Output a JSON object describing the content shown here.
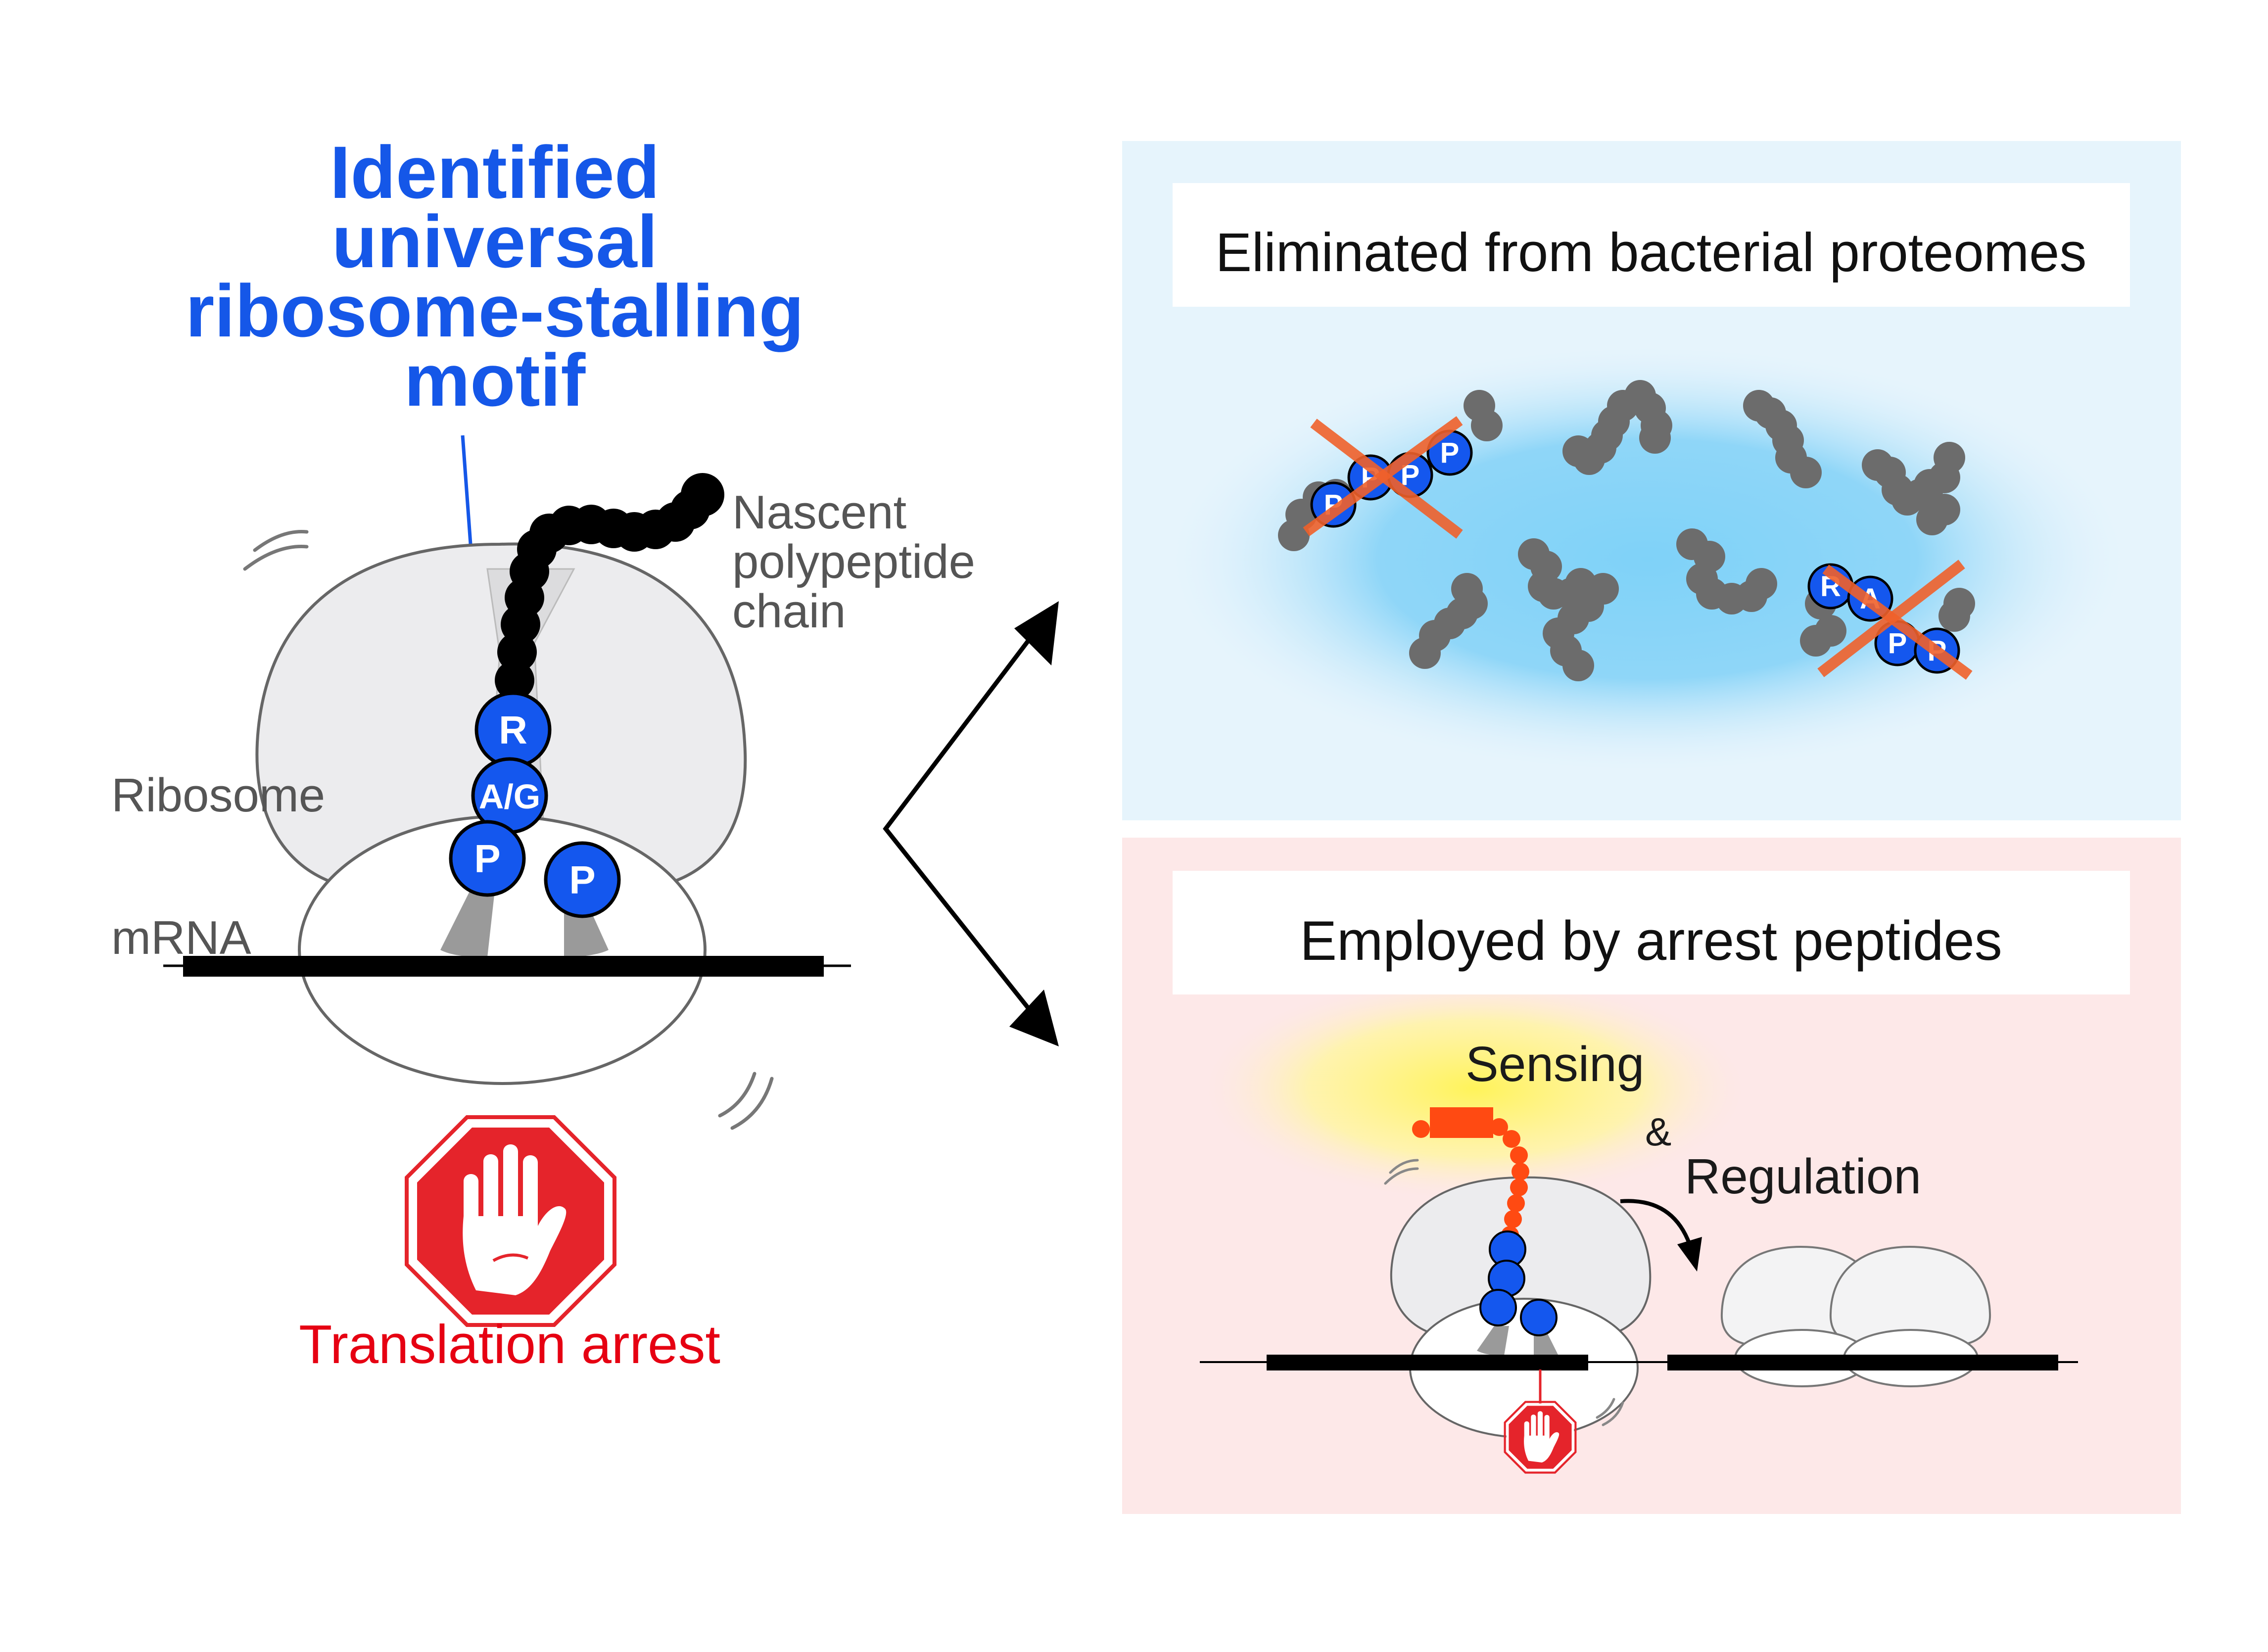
{
  "title_lines": [
    "Identified",
    "universal",
    "ribosome-stalling",
    "motif"
  ],
  "labels": {
    "nascent_chain": [
      "Nascent",
      "polypeptide",
      "chain"
    ],
    "ribosome": "Ribosome",
    "mrna": "mRNA",
    "translation_arrest": "Translation arrest"
  },
  "motif_residues": [
    "R",
    "A/G",
    "P",
    "P"
  ],
  "top_panel": {
    "title": "Eliminated from bacterial proteomes",
    "crossed_chain_1": [
      "P",
      "P",
      "P",
      "P"
    ],
    "crossed_chain_2": [
      "R",
      "A",
      "P",
      "P"
    ]
  },
  "bottom_panel": {
    "title": "Employed by arrest peptides",
    "sensing": "Sensing",
    "ampersand": "&",
    "regulation": "Regulation"
  },
  "colors": {
    "title_blue": "#1557e8",
    "motif_blue": "#1457ee",
    "stop_red": "#e5242b",
    "arrest_text_red": "#e60012",
    "orange_chain": "#ff4a12",
    "cross_orange": "#f0602a",
    "top_panel_bg": "#e6f4fc",
    "top_blob": "#7fd2f8",
    "bottom_panel_bg": "#fde8e8",
    "sensing_glow": "#fff35a"
  },
  "icons": [
    "stop-hand-icon",
    "curved-arrow-icon",
    "vibration-marks-icon"
  ]
}
